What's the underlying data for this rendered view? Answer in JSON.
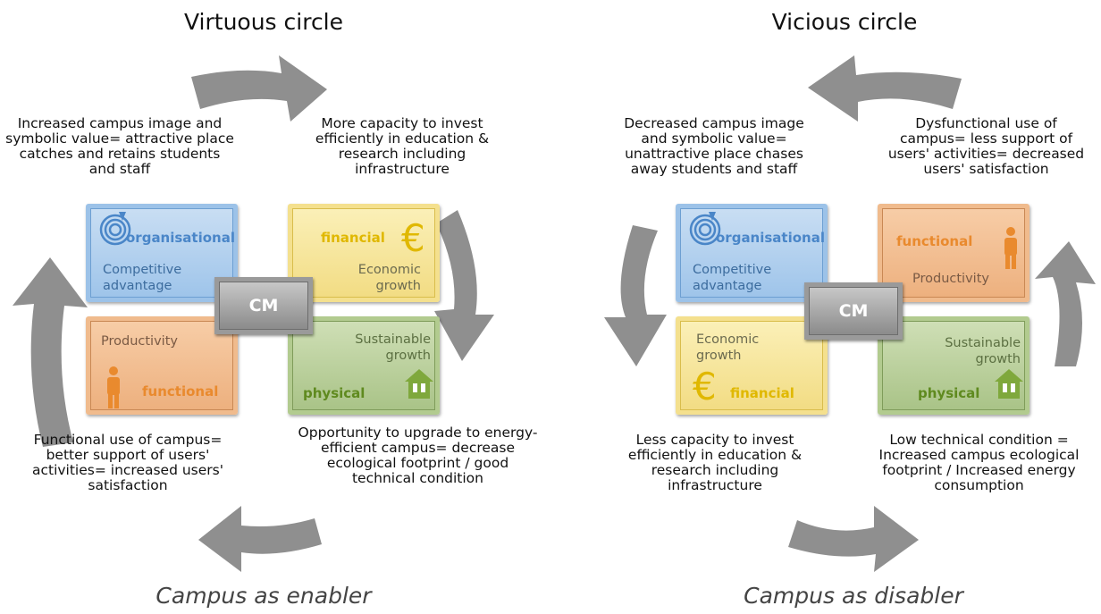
{
  "panels": [
    {
      "title": "Virtuous circle",
      "caption": "Campus as enabler",
      "descriptions": {
        "top_left": "Increased campus image and symbolic value= attractive place catches and retains students and staff",
        "top_right": "More capacity to invest efficiently in education & research including infrastructure",
        "bottom_left": "Functional use of campus= better support of users' activities= increased users' satisfaction",
        "bottom_right": "Opportunity to upgrade to energy-efficient campus= decrease ecological footprint / good technical condition"
      },
      "boxes": {
        "organisational": {
          "category": "organisational",
          "label": "Competitive advantage"
        },
        "financial": {
          "category": "financial",
          "label": "Economic growth"
        },
        "functional": {
          "category": "functional",
          "label": "Productivity"
        },
        "physical": {
          "category": "physical",
          "label": "Sustainable growth"
        }
      },
      "center": "CM"
    },
    {
      "title": "Vicious circle",
      "caption": "Campus as disabler",
      "descriptions": {
        "top_left": "Decreased campus image and symbolic value= unattractive place chases away students and staff",
        "top_right": "Dysfunctional use of campus= less support of users' activities= decreased users' satisfaction",
        "bottom_left": "Less capacity to invest efficiently in education & research including infrastructure",
        "bottom_right": "Low technical condition = Increased campus ecological footprint / Increased energy consumption"
      },
      "boxes": {
        "organisational": {
          "category": "organisational",
          "label": "Competitive advantage"
        },
        "functional": {
          "category": "functional",
          "label": "Productivity"
        },
        "financial": {
          "category": "financial",
          "label": "Economic growth"
        },
        "physical": {
          "category": "physical",
          "label": "Sustainable growth"
        }
      },
      "center": "CM"
    }
  ],
  "colors": {
    "arrow": "#8f8f8f",
    "organisational": "#4a86c8",
    "financial": "#e0b800",
    "functional": "#e98a2e",
    "physical": "#5f8a1f"
  },
  "icons": [
    "target-icon",
    "euro-icon",
    "person-icon",
    "house-icon",
    "curved-arrow-icon"
  ]
}
